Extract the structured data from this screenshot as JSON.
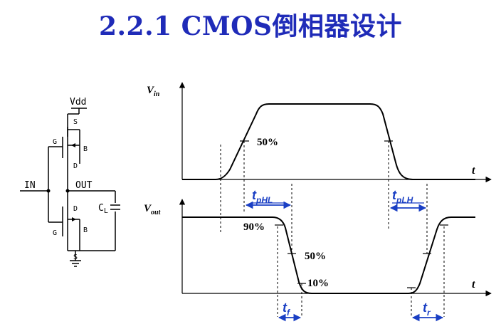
{
  "title": "2.2.1 CMOS倒相器设计",
  "circuit": {
    "vdd": "Vdd",
    "in": "IN",
    "out": "OUT",
    "cap_c": "C",
    "cap_sub": "L",
    "pmos_g": "G",
    "pmos_s": "S",
    "pmos_b": "B",
    "pmos_d": "D",
    "nmos_g": "G",
    "nmos_d": "D",
    "nmos_b": "B",
    "nmos_s": "S"
  },
  "waveform": {
    "vin_main": "V",
    "vin_sub": "in",
    "vout_main": "V",
    "vout_sub": "out",
    "t_axis_top": "t",
    "t_axis_bottom": "t",
    "vin_50": "50%",
    "vout_90": "90%",
    "vout_50": "50%",
    "vout_10": "10%",
    "tphl_main": "t",
    "tphl_sub": "pHL",
    "tplh_main": "t",
    "tplh_sub": "pLH",
    "tf_main": "t",
    "tf_sub": "f",
    "tr_main": "t",
    "tr_sub": "r"
  }
}
